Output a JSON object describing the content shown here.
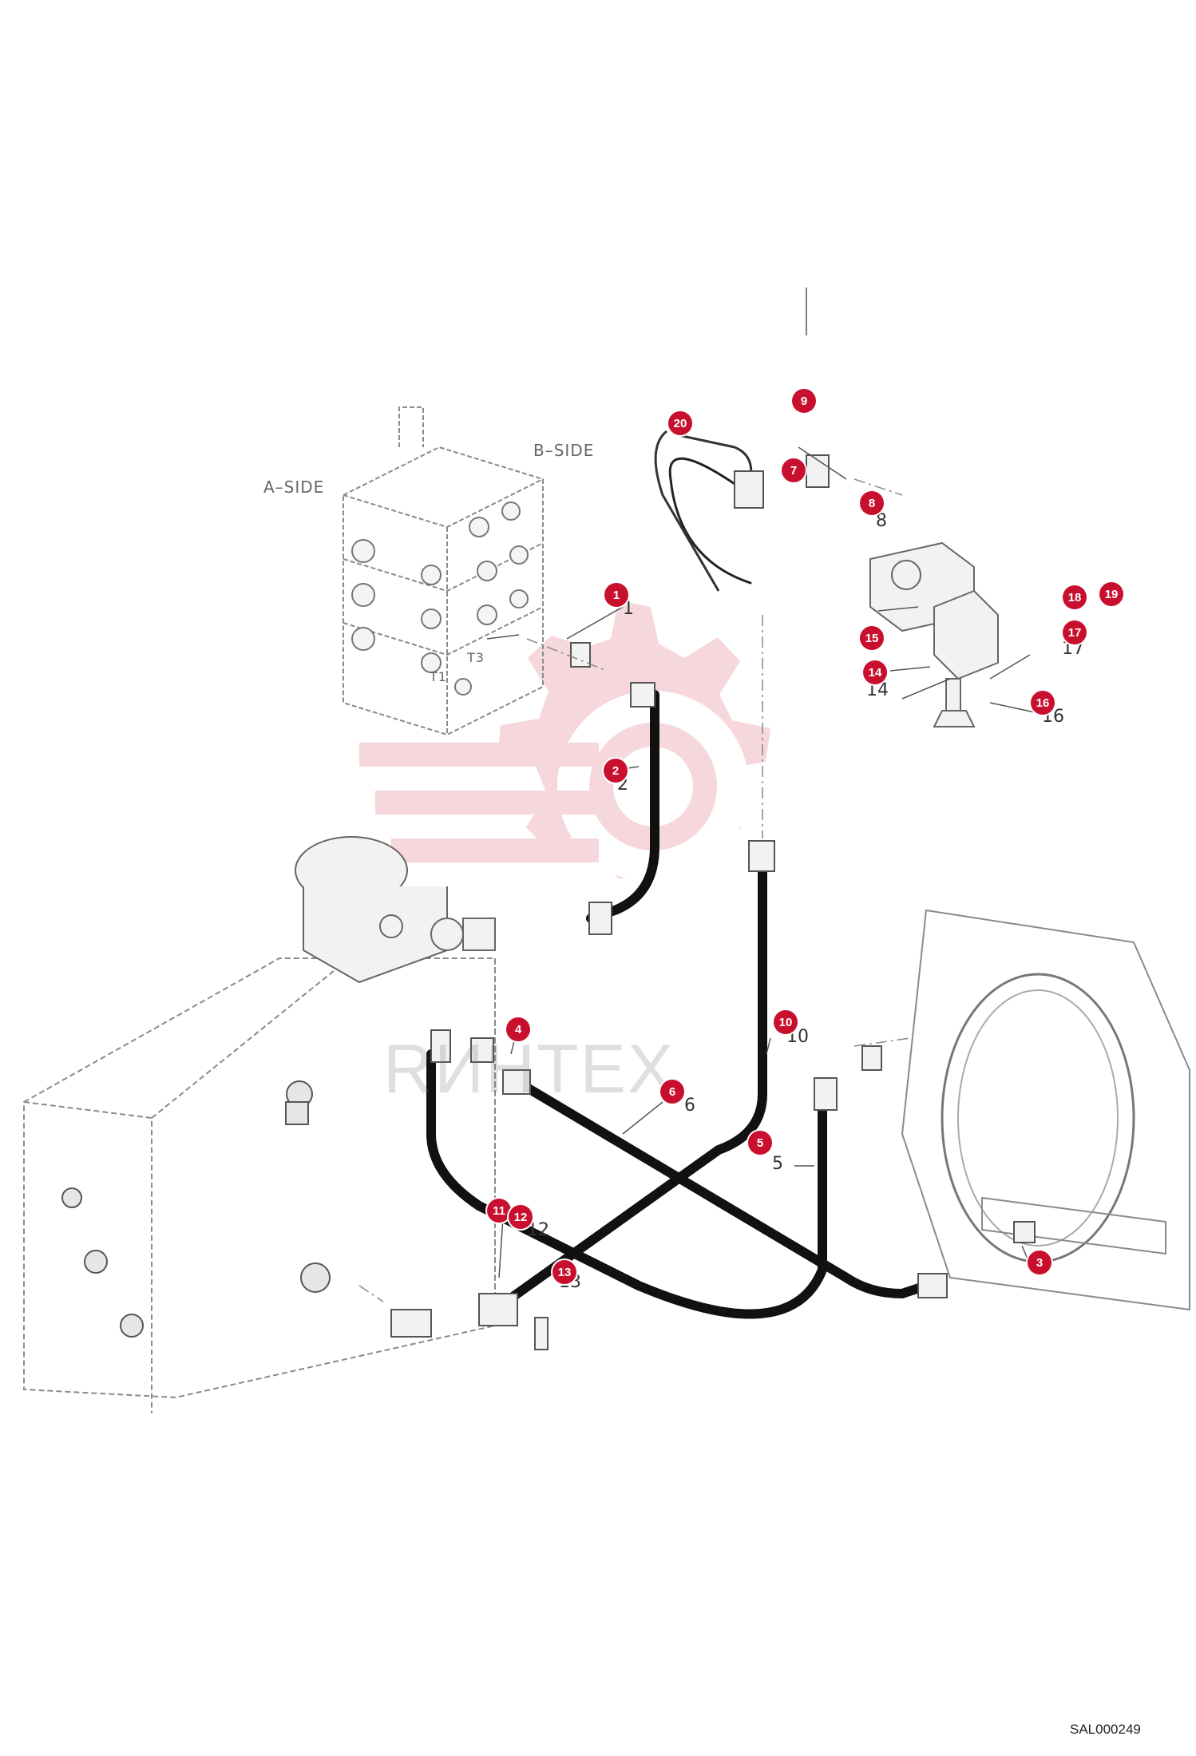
{
  "diagram": {
    "side_labels": {
      "a_side": "A–SIDE",
      "b_side": "B–SIDE"
    },
    "port_labels": {
      "t1": "T1",
      "t3": "T3"
    },
    "drawing_code": "SAL000249",
    "watermark_text": "RИНТЕХ",
    "accent_color": "#c8102e",
    "callouts": [
      "1",
      "2",
      "3",
      "4",
      "5",
      "6",
      "7",
      "8",
      "9",
      "10",
      "11",
      "12",
      "13",
      "14",
      "15",
      "16",
      "17",
      "18",
      "19",
      "20"
    ],
    "part_numbers": [
      "1",
      "2",
      "5",
      "6",
      "8",
      "10",
      "12",
      "13",
      "14",
      "16",
      "17"
    ]
  }
}
